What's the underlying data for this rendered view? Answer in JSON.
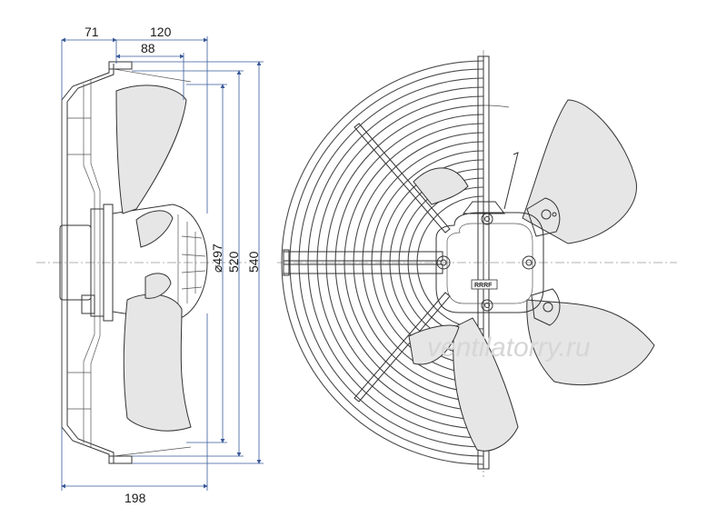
{
  "drawing": {
    "dimensions": {
      "d_71": "71",
      "d_120": "120",
      "d_88": "88",
      "d_497": "⌀497",
      "d_520": "520",
      "d_540": "540",
      "d_198": "198"
    },
    "watermark": "ventilatorry.ru",
    "logo_text": "RRRF"
  },
  "colors": {
    "line": "#333333",
    "blade_fill": "#e6e6e6",
    "dimension_line": "#3a5a9a",
    "watermark": "#d6d6d6"
  }
}
